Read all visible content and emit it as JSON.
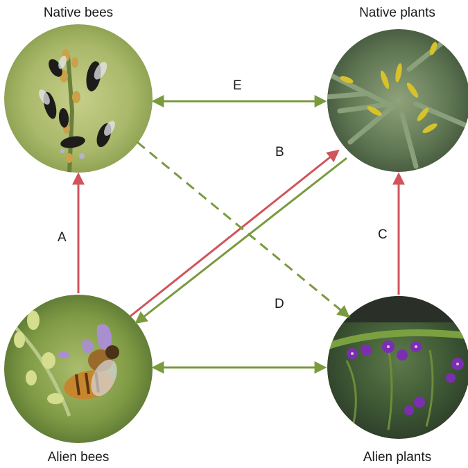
{
  "nodes": {
    "native_bees": {
      "label": "Native bees",
      "image": "native bees on flower spike"
    },
    "native_plants": {
      "label": "Native plants",
      "image": "yellow flowering native plant"
    },
    "alien_bees": {
      "label": "Alien bees",
      "image": "honeybee on purple flower"
    },
    "alien_plants": {
      "label": "Alien plants",
      "image": "purple flowered alien plant"
    }
  },
  "links": {
    "A": {
      "label": "A",
      "from": "Alien bees",
      "to": "Native bees",
      "style": "solid",
      "direction": "one-way"
    },
    "B": {
      "label": "B",
      "from": "Alien bees",
      "to": "Native plants",
      "style": "solid",
      "direction": "one-way"
    },
    "C": {
      "label": "C",
      "from": "Alien plants",
      "to": "Native plants",
      "style": "solid",
      "direction": "one-way"
    },
    "D": {
      "label": "D",
      "from": "Native bees",
      "to": "Alien plants",
      "style": "dashed",
      "direction": "one-way"
    },
    "E": {
      "label": "E",
      "from": "Native bees",
      "to": "Native plants",
      "style": "solid",
      "direction": "two-way"
    },
    "native_plants_to_alien_bees": {
      "label": "",
      "from": "Native plants",
      "to": "Alien bees",
      "style": "solid",
      "direction": "one-way"
    },
    "alien_bees_alien_plants": {
      "label": "",
      "from": "Alien bees",
      "to": "Alien plants",
      "style": "solid",
      "direction": "two-way"
    }
  },
  "colors": {
    "red": "#d0545a",
    "green": "#7a9a3e"
  }
}
